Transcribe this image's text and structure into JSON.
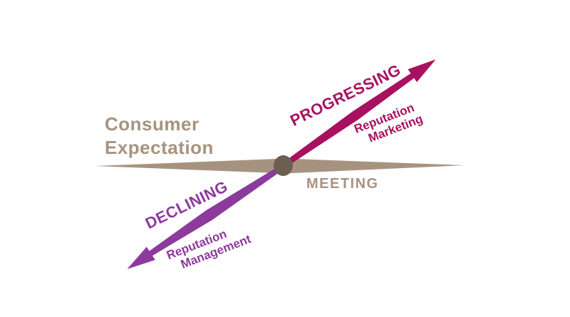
{
  "colors": {
    "taupe": "#A6937F",
    "magenta": "#A81160",
    "purple": "#8C3A9C",
    "dot": "#6B5F52",
    "background": "#FFFFFF"
  },
  "diagram": {
    "expectation_label": {
      "line1": "Consumer",
      "line2": "Expectation"
    },
    "meeting_label": "MEETING",
    "progressing": {
      "label": "PROGRESSING",
      "sublabel": {
        "line1": "Reputation",
        "line2": "Marketing"
      }
    },
    "declining": {
      "label": "DECLINING",
      "sublabel": {
        "line1": "Reputation",
        "line2": "Management"
      }
    }
  }
}
